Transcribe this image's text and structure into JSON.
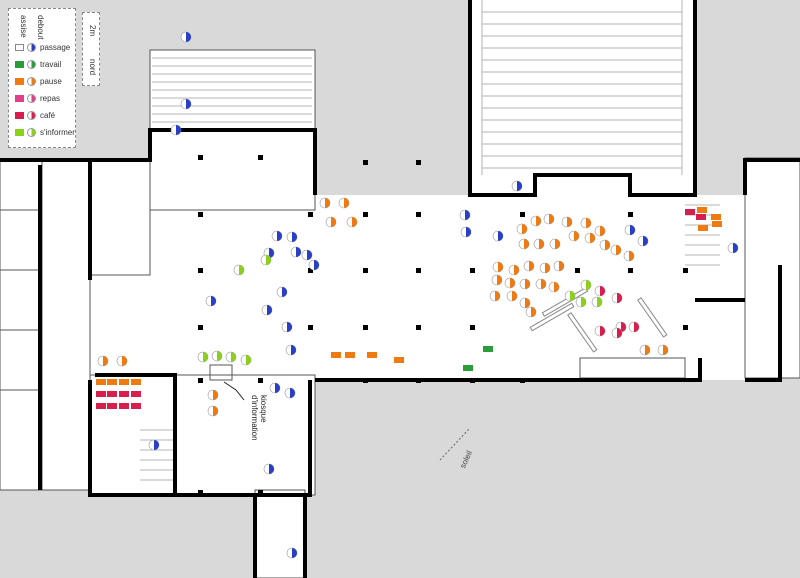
{
  "legend": {
    "col_a": "assise",
    "col_b": "debout",
    "items": [
      {
        "label": "passage",
        "color": "#2a3fc8",
        "key": "passage"
      },
      {
        "label": "travail",
        "color": "#2a9d3a",
        "key": "travail"
      },
      {
        "label": "pause",
        "color": "#f07a12",
        "key": "pause"
      },
      {
        "label": "repas",
        "color": "#e0408a",
        "key": "repas"
      },
      {
        "label": "café",
        "color": "#d81e4e",
        "key": "cafe"
      },
      {
        "label": "s'informer",
        "color": "#8bd11b",
        "key": "informer"
      }
    ]
  },
  "scale": {
    "label": "2m",
    "north": "nord"
  },
  "kiosk": {
    "line1": "kiosque",
    "line2": "d'information"
  },
  "sun": "soleil",
  "markers": {
    "passage": [
      [
        186,
        37
      ],
      [
        186,
        104
      ],
      [
        176,
        130
      ],
      [
        517,
        186
      ],
      [
        465,
        215
      ],
      [
        466,
        232
      ],
      [
        498,
        236
      ],
      [
        277,
        236
      ],
      [
        292,
        237
      ],
      [
        269,
        253
      ],
      [
        296,
        252
      ],
      [
        307,
        255
      ],
      [
        314,
        265
      ],
      [
        282,
        292
      ],
      [
        211,
        301
      ],
      [
        267,
        310
      ],
      [
        287,
        327
      ],
      [
        291,
        350
      ],
      [
        275,
        388
      ],
      [
        290,
        393
      ],
      [
        154,
        445
      ],
      [
        269,
        469
      ],
      [
        292,
        553
      ],
      [
        630,
        230
      ],
      [
        643,
        241
      ],
      [
        733,
        248
      ]
    ],
    "pause": [
      [
        325,
        203
      ],
      [
        344,
        203
      ],
      [
        331,
        222
      ],
      [
        352,
        222
      ],
      [
        522,
        229
      ],
      [
        536,
        221
      ],
      [
        549,
        219
      ],
      [
        567,
        222
      ],
      [
        586,
        223
      ],
      [
        600,
        231
      ],
      [
        524,
        244
      ],
      [
        539,
        244
      ],
      [
        555,
        244
      ],
      [
        574,
        236
      ],
      [
        590,
        238
      ],
      [
        605,
        245
      ],
      [
        616,
        250
      ],
      [
        629,
        256
      ],
      [
        498,
        267
      ],
      [
        514,
        270
      ],
      [
        529,
        266
      ],
      [
        545,
        268
      ],
      [
        559,
        266
      ],
      [
        497,
        280
      ],
      [
        510,
        283
      ],
      [
        525,
        284
      ],
      [
        541,
        284
      ],
      [
        554,
        287
      ],
      [
        495,
        296
      ],
      [
        512,
        296
      ],
      [
        525,
        303
      ],
      [
        531,
        312
      ],
      [
        645,
        350
      ],
      [
        663,
        350
      ],
      [
        103,
        361
      ],
      [
        122,
        361
      ],
      [
        213,
        395
      ],
      [
        213,
        411
      ]
    ],
    "informer": [
      [
        266,
        260
      ],
      [
        239,
        270
      ],
      [
        203,
        357
      ],
      [
        217,
        356
      ],
      [
        231,
        357
      ],
      [
        246,
        360
      ],
      [
        570,
        296
      ],
      [
        586,
        285
      ],
      [
        581,
        302
      ],
      [
        597,
        302
      ]
    ],
    "cafe": [
      [
        600,
        291
      ],
      [
        617,
        298
      ],
      [
        621,
        327
      ],
      [
        634,
        327
      ],
      [
        600,
        331
      ],
      [
        617,
        333
      ]
    ],
    "pause_seats": [
      [
        336,
        355
      ],
      [
        350,
        355
      ],
      [
        372,
        355
      ],
      [
        399,
        360
      ],
      [
        101,
        382
      ],
      [
        112,
        382
      ],
      [
        124,
        382
      ],
      [
        136,
        382
      ],
      [
        702,
        210
      ],
      [
        716,
        217
      ],
      [
        703,
        228
      ],
      [
        717,
        224
      ]
    ],
    "repas_seats": [
      [
        101,
        406
      ],
      [
        112,
        406
      ],
      [
        124,
        406
      ],
      [
        136,
        406
      ],
      [
        101,
        394
      ],
      [
        112,
        394
      ],
      [
        124,
        394
      ],
      [
        136,
        394
      ],
      [
        690,
        212
      ],
      [
        701,
        217
      ]
    ],
    "travail_seats": [
      [
        488,
        349
      ],
      [
        468,
        368
      ]
    ]
  }
}
